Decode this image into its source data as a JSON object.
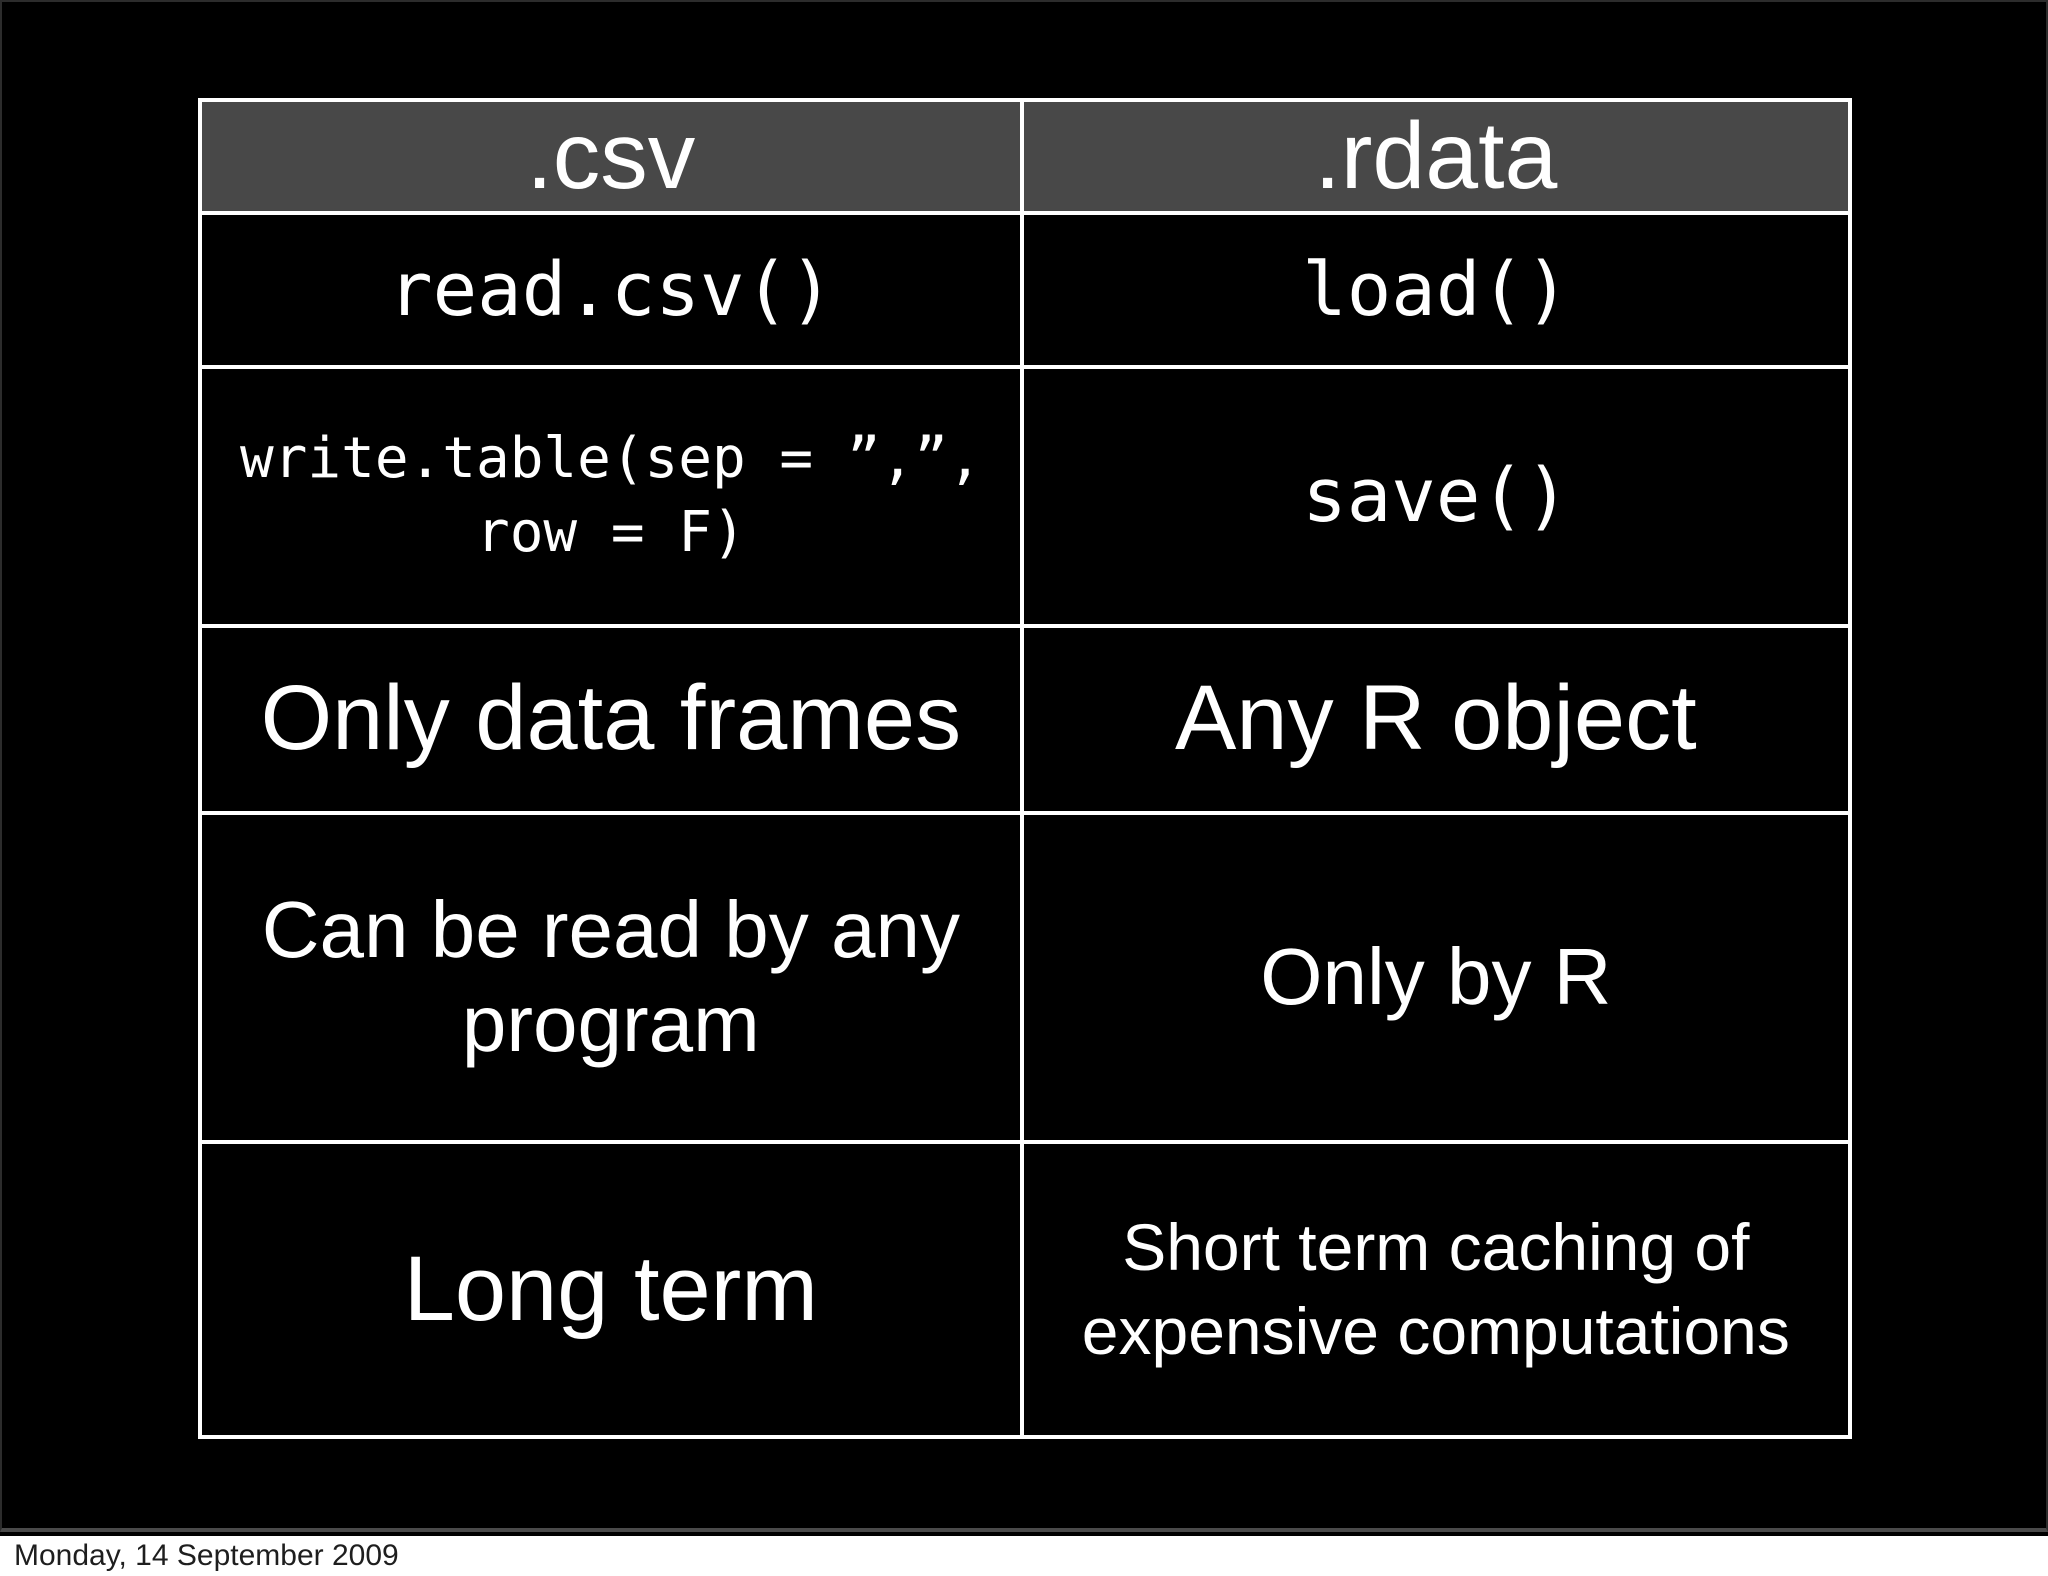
{
  "slide": {
    "colors": {
      "background": "#000000",
      "header_background": "#484848",
      "cell_background": "#000000",
      "border": "#ffffff",
      "text": "#ffffff",
      "footer_background": "#ffffff",
      "footer_text": "#1e1e1e"
    }
  },
  "chart_data": {
    "type": "table",
    "title": "",
    "columns": [
      ".csv",
      ".rdata"
    ],
    "rows": [
      [
        "read.csv()",
        "load()"
      ],
      [
        "write.table(sep = ”,”,\nrow = F)",
        "save()"
      ],
      [
        "Only data frames",
        "Any R object"
      ],
      [
        "Can be read by any program",
        "Only by R"
      ],
      [
        "Long term",
        "Short term caching of expensive computations"
      ]
    ]
  },
  "table": {
    "columns": [
      ".csv",
      ".rdata"
    ],
    "rows": [
      {
        "csv": "read.csv()",
        "rdata": "load()"
      },
      {
        "csv": "write.table(sep = ”,”,\nrow = F)",
        "rdata": "save()"
      },
      {
        "csv": "Only data frames",
        "rdata": "Any R object"
      },
      {
        "csv": "Can be read by any program",
        "rdata": "Only by R"
      },
      {
        "csv": "Long term",
        "rdata": "Short term caching of expensive computations"
      }
    ]
  },
  "footer": {
    "date": "Monday, 14 September 2009"
  }
}
